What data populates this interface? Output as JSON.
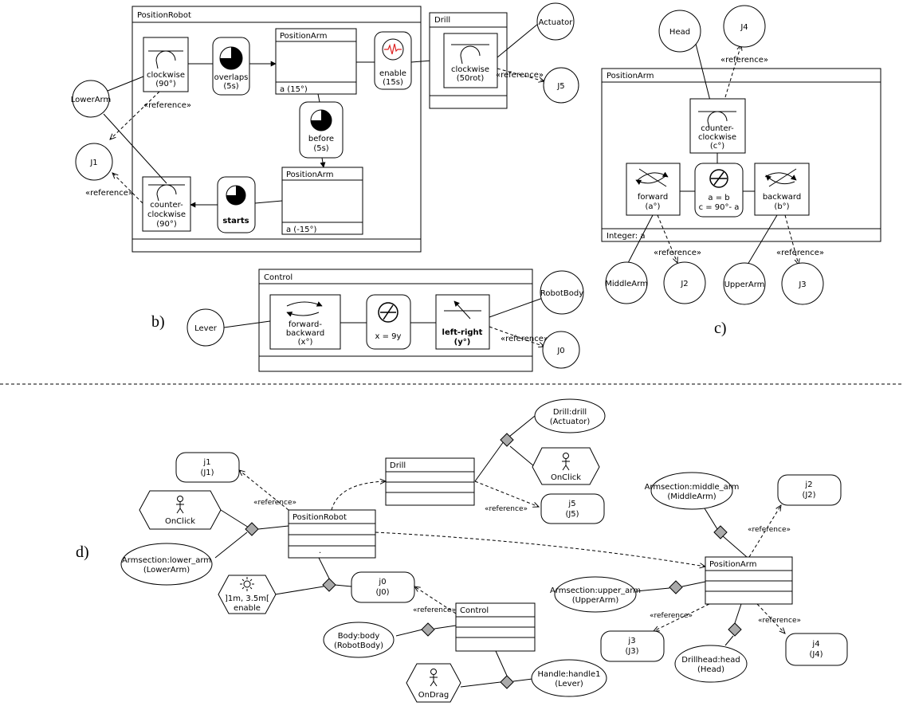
{
  "labels": {
    "b": "b)",
    "c": "c)",
    "d": "d)"
  },
  "ref": "«reference»",
  "top": {
    "position_robot": "PositionRobot",
    "drill": "Drill",
    "actuator": "Actuator",
    "j5": "J5",
    "lower_arm": "LowerArm",
    "j1": "J1",
    "clockwise_1": "clockwise",
    "clockwise_1b": "(90°)",
    "overlaps_1": "overlaps",
    "overlaps_2": "(5s)",
    "position_arm": "PositionArm",
    "a15": "a (15°)",
    "enable_1": "enable",
    "enable_2": "(15s)",
    "drill_cw_1": "clockwise",
    "drill_cw_2": "(50rot)",
    "before_1": "before",
    "before_2": "(5s)",
    "position_arm_2": "PositionArm",
    "a_neg15": "a (-15°)",
    "starts": "starts",
    "ccw_1": "counter-",
    "ccw_2": "clockwise",
    "ccw_3": "(90°)"
  },
  "control": {
    "title": "Control",
    "lever": "Lever",
    "robot_body": "RobotBody",
    "j0": "J0",
    "fb_1": "forward-",
    "fb_2": "backward",
    "fb_3": "(x°)",
    "eq": "x = 9y",
    "lr_1": "left-right",
    "lr_2": "(y°)"
  },
  "arm": {
    "title": "PositionArm",
    "head": "Head",
    "j4": "J4",
    "ccw_1": "counter-",
    "ccw_2": "clockwise",
    "ccw_3": "(c°)",
    "fwd_1": "forward",
    "fwd_2": "(a°)",
    "eq_1": "a = b",
    "eq_2": "c = 90°- a",
    "bwd_1": "backward",
    "bwd_2": "(b°)",
    "integer": "Integer: a",
    "middle_arm": "MiddleArm",
    "j2": "J2",
    "upper_arm": "UpperArm",
    "j3": "J3"
  },
  "d": {
    "drill_drill_1": "Drill:drill",
    "drill_drill_2": "(Actuator)",
    "onclick_drill": "OnClick",
    "drill_class": "Drill",
    "j5_1": "j5",
    "j5_2": "(J5)",
    "j1_1": "j1",
    "j1_2": "(J1)",
    "onclick_left": "OnClick",
    "position_robot": "PositionRobot",
    "dot": ".",
    "lower_1": "Armsection:lower_arm",
    "lower_2": "(LowerArm)",
    "time_1": "]1m, 3.5m[",
    "time_2": "enable",
    "j0_1": "j0",
    "j0_2": "(J0)",
    "control": "Control",
    "body_1": "Body:body",
    "body_2": "(RobotBody)",
    "ondrag": "OnDrag",
    "handle_1": "Handle:handle1",
    "handle_2": "(Lever)",
    "middle_1": "Armsection:middle_arm",
    "middle_2": "(MiddleArm)",
    "j2_1": "j2",
    "j2_2": "(J2)",
    "position_arm": "PositionArm",
    "upper_1": "Armsection:upper_arm",
    "upper_2": "(UpperArm)",
    "j3_1": "j3",
    "j3_2": "(J3)",
    "j4_1": "j4",
    "j4_2": "(J4)",
    "head_1": "Drillhead:head",
    "head_2": "(Head)"
  }
}
